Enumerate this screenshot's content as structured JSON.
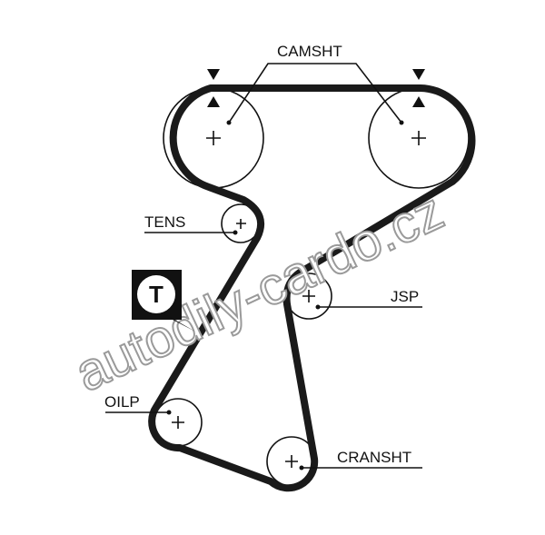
{
  "labels": {
    "camshaft": "CAMSHT",
    "tensioner": "TENS",
    "water_pump": "JSP",
    "oil_pump": "OILP",
    "crankshaft": "CRANSHT"
  },
  "badge_letter": "T",
  "watermark": "autodily-cardo.cz"
}
